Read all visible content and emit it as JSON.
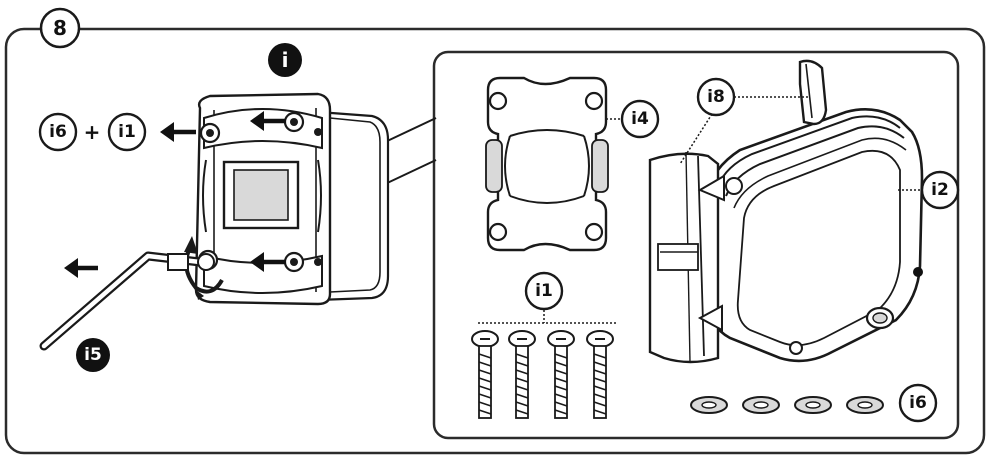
{
  "step_number": "8",
  "top_badge": "i",
  "callouts": {
    "i6": "i6",
    "plus": "+",
    "i1_top": "i1",
    "i4": "i4",
    "i8": "i8",
    "i2": "i2",
    "i1_screws": "i1",
    "i6_washers": "i6",
    "i5": "i5"
  },
  "colors": {
    "stroke": "#1a1a1a",
    "frame": "#2b2b2b",
    "shade": "#d9d9d9",
    "dark": "#111111",
    "paper": "#ffffff"
  },
  "icons": {
    "arrow": "left-arrow-icon",
    "allen_key": "hex-key-icon",
    "screw": "screw-icon",
    "washer": "washer-icon"
  }
}
